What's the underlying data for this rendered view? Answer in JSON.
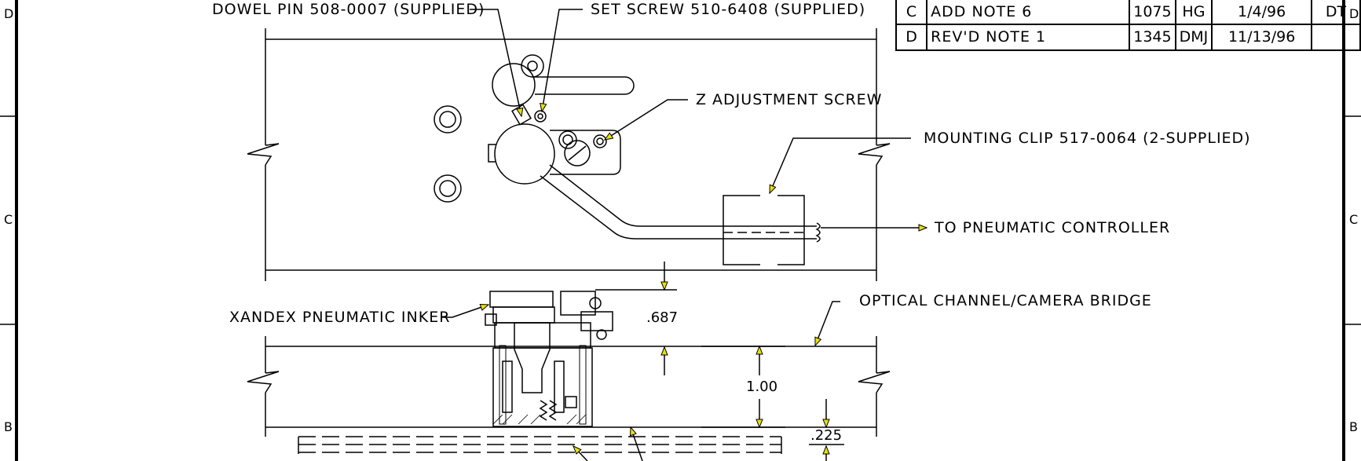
{
  "zones": {
    "left": [
      "D",
      "C",
      "B"
    ],
    "right": [
      "D",
      "C",
      "B"
    ]
  },
  "revisions": [
    {
      "rev": "C",
      "desc": "ADD NOTE 6",
      "ecn": "1075",
      "by": "HG",
      "date": "1/4/96",
      "appr": "DT"
    },
    {
      "rev": "D",
      "desc": "REV'D NOTE 1",
      "ecn": "1345",
      "by": "DMJ",
      "date": "11/13/96",
      "appr": ""
    }
  ],
  "labels": {
    "dowel_pin": "DOWEL PIN 508-0007 (SUPPLIED)",
    "set_screw": "SET SCREW 510-6408 (SUPPLIED)",
    "z_adjust": "Z ADJUSTMENT SCREW",
    "mounting_clip": "MOUNTING CLIP 517-0064 (2-SUPPLIED)",
    "to_controller": "TO PNEUMATIC CONTROLLER",
    "inker": "XANDEX PNEUMATIC INKER",
    "optical_channel": "OPTICAL CHANNEL/CAMERA BRIDGE"
  },
  "dimensions": {
    "d1": ".687",
    "d2": "1.00",
    "d3": ".225"
  }
}
